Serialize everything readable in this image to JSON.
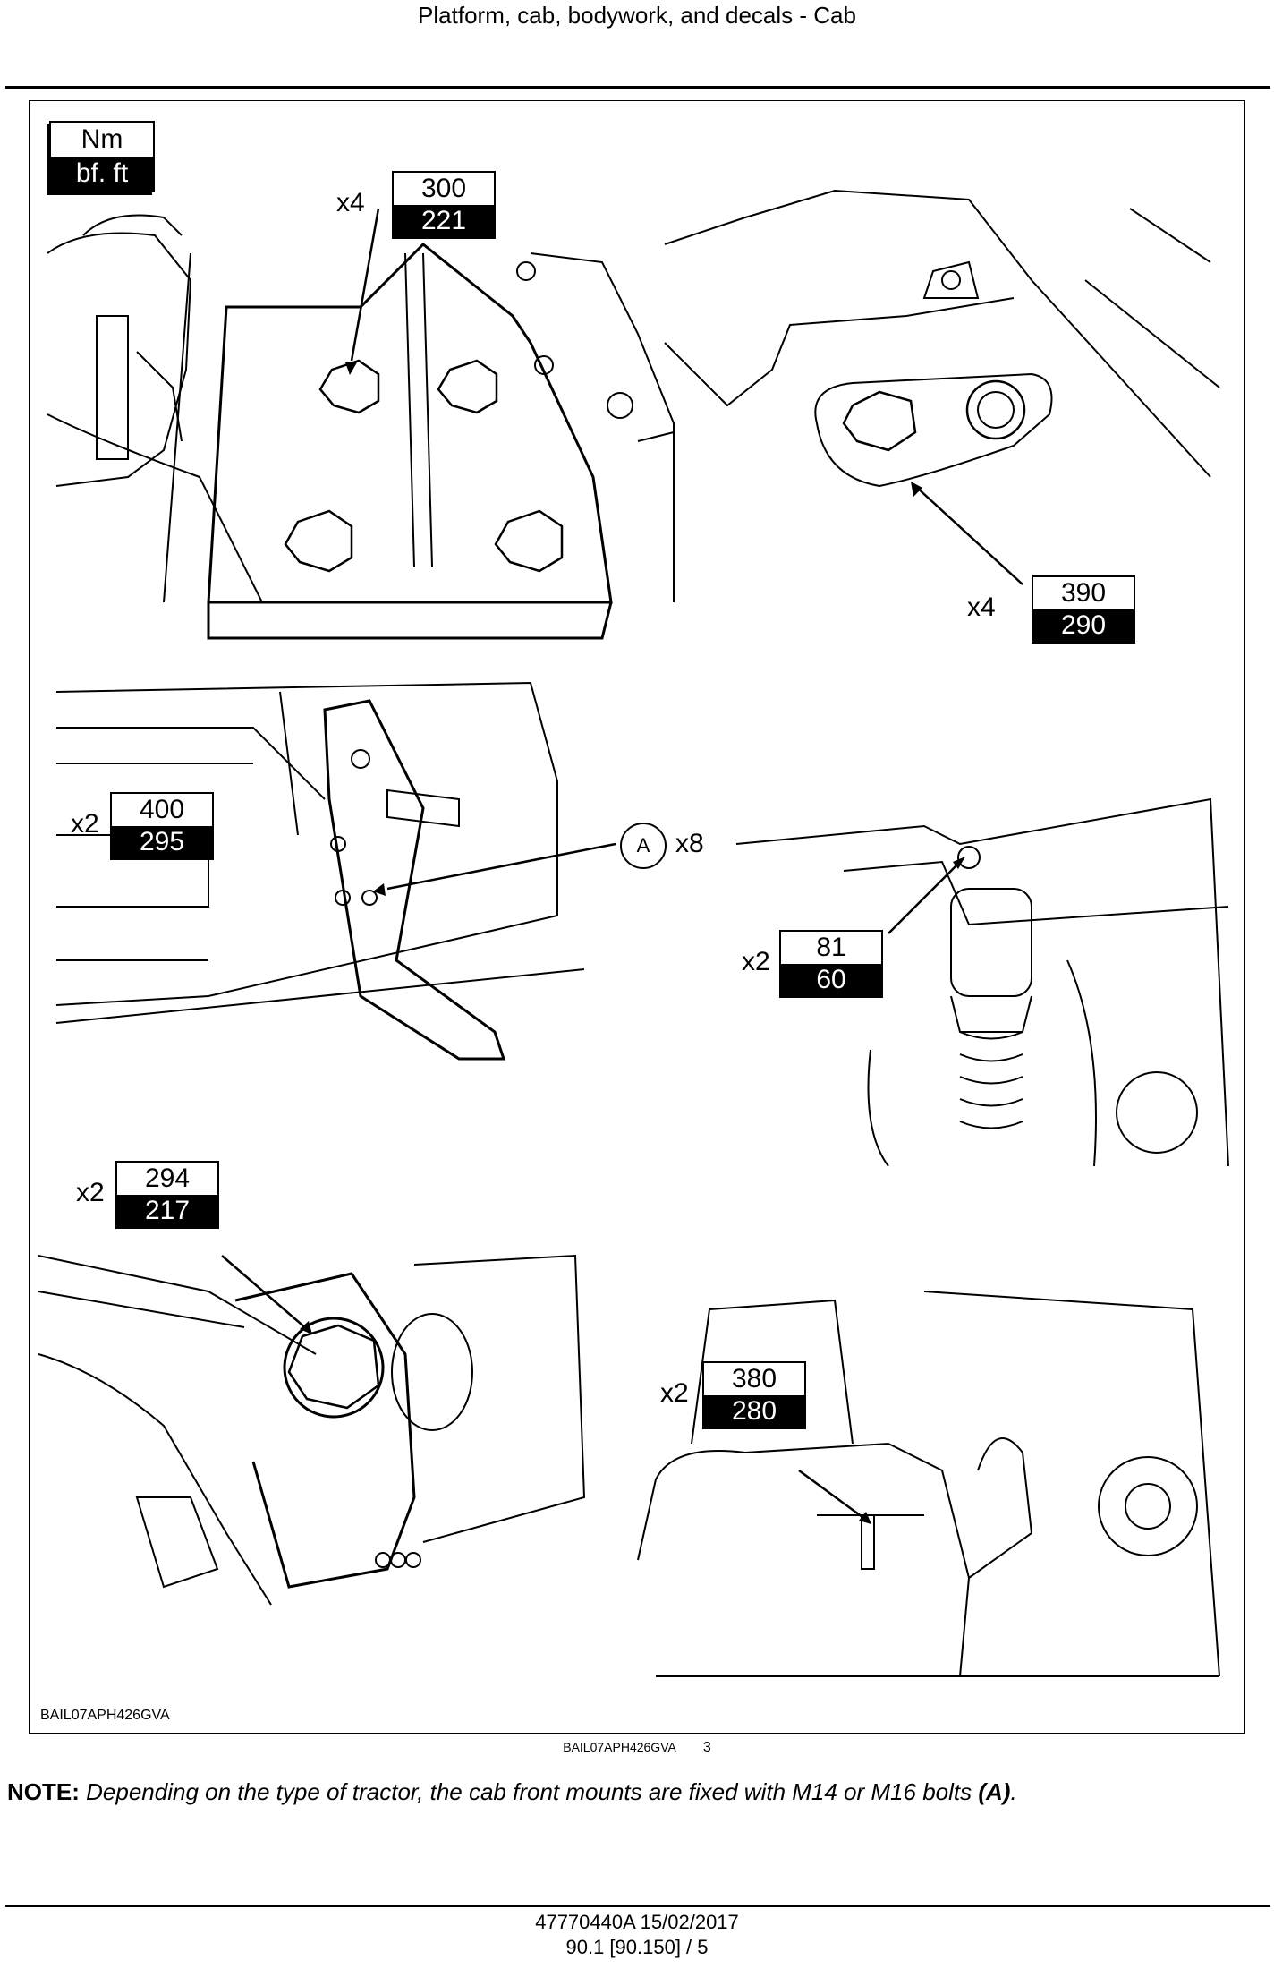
{
  "header": {
    "title": "Platform, cab, bodywork, and decals - Cab"
  },
  "figure": {
    "units": {
      "nm": "Nm",
      "ft": "bf. ft"
    },
    "code_inside": "BAIL07APH426GVA",
    "torques": [
      {
        "qty": "x4",
        "nm": "300",
        "ft": "221"
      },
      {
        "qty": "x4",
        "nm": "390",
        "ft": "290"
      },
      {
        "qty": "x2",
        "nm": "400",
        "ft": "295"
      },
      {
        "qty": "x2",
        "nm": "81",
        "ft": "60"
      },
      {
        "qty": "x2",
        "nm": "294",
        "ft": "217"
      },
      {
        "qty": "x2",
        "nm": "380",
        "ft": "280"
      }
    ],
    "callout_a": {
      "letter": "A",
      "qty": "x8"
    }
  },
  "caption": {
    "code": "BAIL07APH426GVA",
    "number": "3"
  },
  "note": {
    "label": "NOTE:",
    "text": "Depending on the type of tractor, the cab front mounts are fixed with M14 or M16 bolts",
    "ref": "(A)",
    "end": "."
  },
  "footer": {
    "doc": "47770440A 15/02/2017",
    "page": "90.1 [90.150] / 5"
  }
}
